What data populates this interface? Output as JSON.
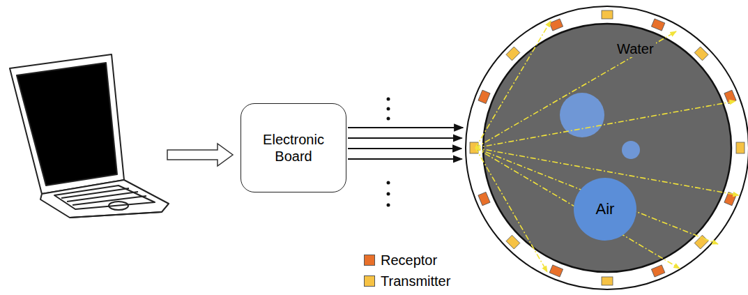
{
  "diagram": {
    "nodes": [
      {
        "text": [
          "Electronic Board"
        ]
      },
      {
        "text": [
          "Water"
        ]
      },
      {
        "text": [
          "Air"
        ],
        "in": 1
      }
    ],
    "edges": [
      {
        "from": 0,
        "to": 1,
        "arrow": "to"
      },
      {
        "from": 0,
        "to": 1,
        "arrow": "to"
      },
      {
        "from": 0,
        "to": 1,
        "arrow": "to"
      },
      {
        "from": 0,
        "to": 1,
        "arrow": "to"
      }
    ],
    "legend": [
      {
        "text": "Receptor",
        "color": "#e8702a"
      },
      {
        "text": "Transmitter",
        "color": "#f6c244"
      }
    ]
  }
}
